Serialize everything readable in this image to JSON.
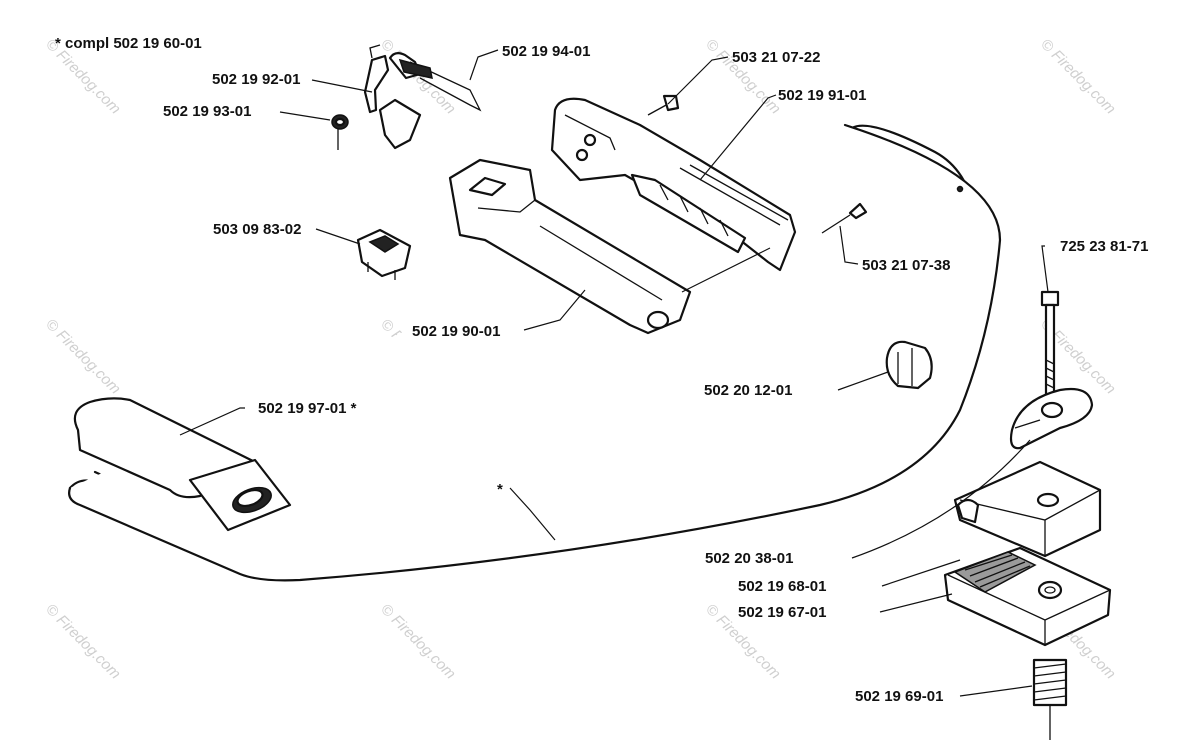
{
  "note": {
    "compl_label": "* compl 502 19 60-01",
    "asterisk_marker": "*"
  },
  "parts": {
    "p_502199401": "502 19 94-01",
    "p_502199201": "502 19 92-01",
    "p_502199301": "502 19 93-01",
    "p_503210722": "503 21 07-22",
    "p_502199101": "502 19 91-01",
    "p_503098302": "503 09 83-02",
    "p_503210738": "503 21 07-38",
    "p_725238171": "725 23 81-71",
    "p_502199001": "502 19 90-01",
    "p_502201201": "502 20 12-01",
    "p_502199701": "502 19 97-01  *",
    "p_502203801": "502 20 38-01",
    "p_502196801": "502 19 68-01",
    "p_502196701": "502 19 67-01",
    "p_502196901": "502 19 69-01"
  },
  "watermark": {
    "text": "© Firedog.com"
  }
}
